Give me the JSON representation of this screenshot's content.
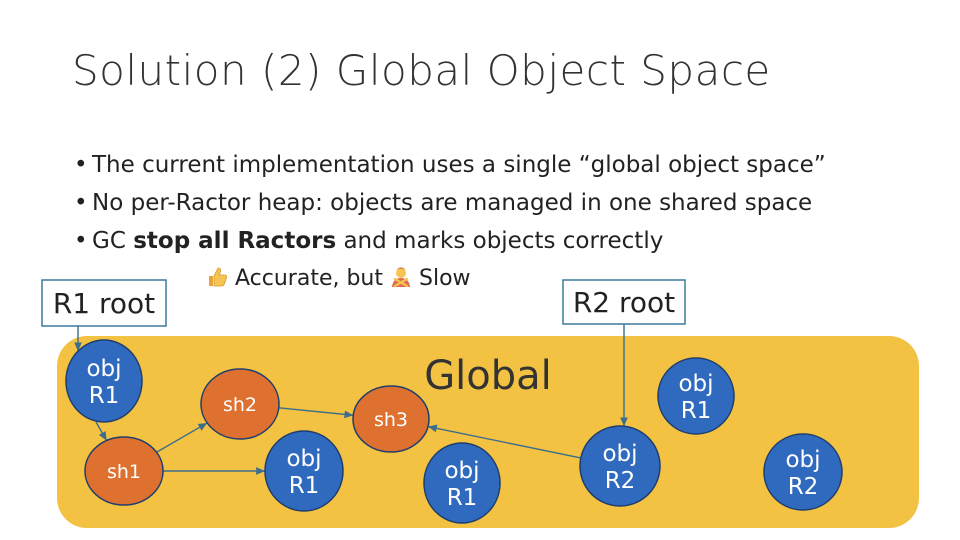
{
  "slide": {
    "title": "Solution (2) Global Object Space",
    "bullets": [
      {
        "text": "The current implementation uses a single “global object space”"
      },
      {
        "text": "No per-Ractor heap: objects are managed in one shared space"
      },
      {
        "pre": "GC ",
        "bold": "stop all Ractors",
        "post": " and marks objects correctly"
      }
    ],
    "note": {
      "accurate_icon": "thumbs-up-icon",
      "accurate": "Accurate, but ",
      "slow_icon": "person-gesturing-no-icon",
      "slow": "Slow"
    }
  },
  "diagram": {
    "region_label": "Global",
    "roots": [
      {
        "id": "r1root",
        "label": "R1 root"
      },
      {
        "id": "r2root",
        "label": "R2 root"
      }
    ],
    "nodes": [
      {
        "id": "o1",
        "kind": "obj",
        "lines": [
          "obj",
          "R1"
        ]
      },
      {
        "id": "sh2",
        "kind": "shareable",
        "lines": [
          "sh2"
        ]
      },
      {
        "id": "sh3",
        "kind": "shareable",
        "lines": [
          "sh3"
        ]
      },
      {
        "id": "sh1",
        "kind": "shareable",
        "lines": [
          "sh1"
        ]
      },
      {
        "id": "o2",
        "kind": "obj",
        "lines": [
          "obj",
          "R1"
        ]
      },
      {
        "id": "o3",
        "kind": "obj",
        "lines": [
          "obj",
          "R1"
        ]
      },
      {
        "id": "o4",
        "kind": "obj",
        "lines": [
          "obj",
          "R2"
        ]
      },
      {
        "id": "o5",
        "kind": "obj",
        "lines": [
          "obj",
          "R1"
        ]
      },
      {
        "id": "o6",
        "kind": "obj",
        "lines": [
          "obj",
          "R2"
        ]
      }
    ],
    "edges": [
      {
        "from": "r1root",
        "to": "o1"
      },
      {
        "from": "r2root",
        "to": "o4"
      },
      {
        "from": "o1",
        "to": "sh1"
      },
      {
        "from": "sh1",
        "to": "sh2"
      },
      {
        "from": "sh1",
        "to": "o2"
      },
      {
        "from": "sh2",
        "to": "sh3"
      },
      {
        "from": "o4",
        "to": "sh3"
      }
    ],
    "colors": {
      "region": "#F4C242",
      "obj_fill": "#2F6ABF",
      "shareable_fill": "#DE7130",
      "node_stroke": "#1F3E6E",
      "edge": "#3C6E8C",
      "root_border": "#3C7C9A"
    }
  }
}
